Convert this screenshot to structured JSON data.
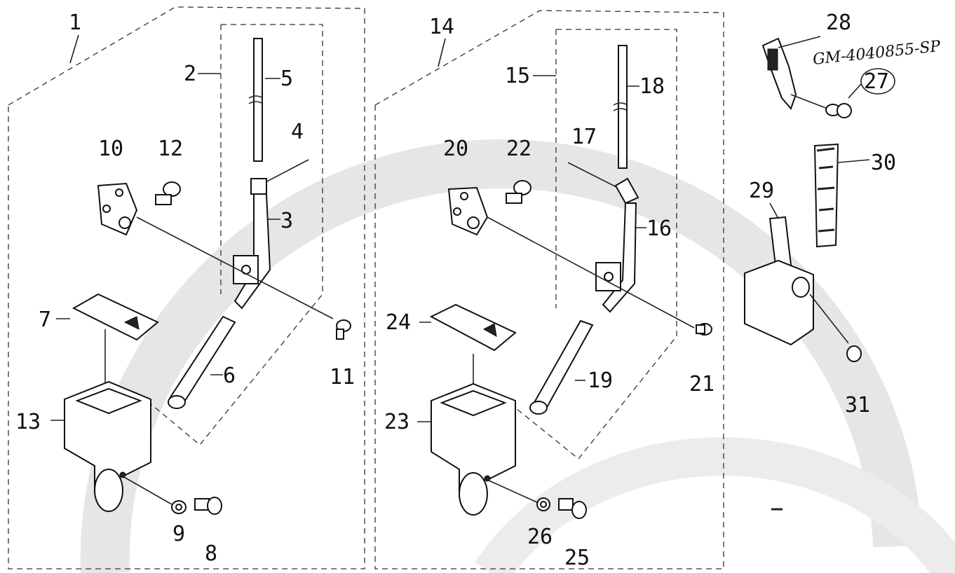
{
  "labels": {
    "l1": "1",
    "l2": "2",
    "l3": "3",
    "l4": "4",
    "l5": "5",
    "l6": "6",
    "l7": "7",
    "l8": "8",
    "l9": "9",
    "l10": "10",
    "l11": "11",
    "l12": "12",
    "l13": "13",
    "l14": "14",
    "l15": "15",
    "l16": "16",
    "l17": "17",
    "l18": "18",
    "l19": "19",
    "l20": "20",
    "l21": "21",
    "l22": "22",
    "l23": "23",
    "l24": "24",
    "l25": "25",
    "l26": "26",
    "l27": "27",
    "l28": "28",
    "l29": "29",
    "l30": "30",
    "l31": "31"
  },
  "handwritten_note": "GM-4040855-SP",
  "colors": {
    "ink": "#111111",
    "watermark": "#e6e6e6",
    "background": "#ffffff"
  }
}
